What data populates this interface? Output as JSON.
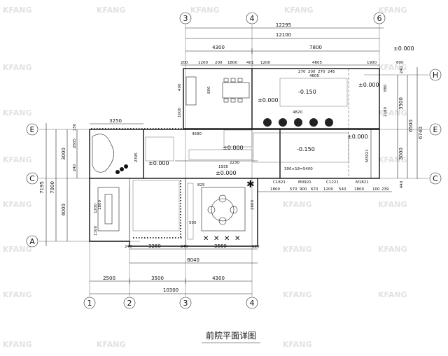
{
  "title": "前院平面详图",
  "watermark": "KFANG",
  "axes": {
    "top": [
      "3",
      "4",
      "6"
    ],
    "bottom": [
      "1",
      "2",
      "3",
      "4"
    ],
    "left": [
      "E",
      "C",
      "A"
    ],
    "right": [
      "H",
      "E",
      "C"
    ]
  },
  "dims_top": {
    "overall": "12295",
    "inner": "12100",
    "seg_left": "4300",
    "seg_right": "7800",
    "detail": [
      "200",
      "1200",
      "200",
      "1800",
      "401",
      "1200",
      "4605",
      "1900",
      "600"
    ],
    "detail2": [
      "270",
      "200",
      "270",
      "245"
    ],
    "d4820": "4820",
    "d4605": "4605"
  },
  "dims_bottom": {
    "row1": [
      "240",
      "3260",
      "240",
      "3560",
      "120"
    ],
    "total_8040": "8040",
    "row2": [
      "2500",
      "3500",
      "4300"
    ],
    "total_10300": "10300"
  },
  "dims_left": {
    "outer_7195": "7195",
    "v7000": "7000",
    "v3000": "3000",
    "v4000": "4000",
    "v2805": "2805",
    "v240": "240",
    "v150": "150",
    "v1200": "1200",
    "v1100": "1100",
    "v3250": "3250",
    "v2395": "2395"
  },
  "dims_right": {
    "v3500": "3500",
    "v6500": "6500",
    "v6740": "6740",
    "v3000": "3000",
    "v880": "880",
    "v2180": "2180",
    "v440": "440",
    "v240": "240"
  },
  "door_row": [
    "1800",
    "570",
    "900",
    "670",
    "1200",
    "540",
    "1800",
    "100",
    "239"
  ],
  "door_tags": [
    "C1821",
    "M0921",
    "C1221",
    "M1821",
    "M3021"
  ],
  "misc": {
    "b300": "300×18=5400",
    "b4580": "4580",
    "b2230": "2230",
    "b1935": "1935",
    "b825": "825",
    "b500": "500",
    "b2600": "2600",
    "b1800": "1800",
    "b1000": "1000",
    "b400": "400",
    "b800": "800"
  },
  "levels": {
    "ext_top": "±0.000",
    "ext_right": "±0.000",
    "room_top": "±0.000",
    "step_a": "-0.150",
    "step_b": "-0.150",
    "mid": "±0.000",
    "mid_right": "±0.000",
    "garden": "±0.000",
    "court": "±0.000"
  }
}
